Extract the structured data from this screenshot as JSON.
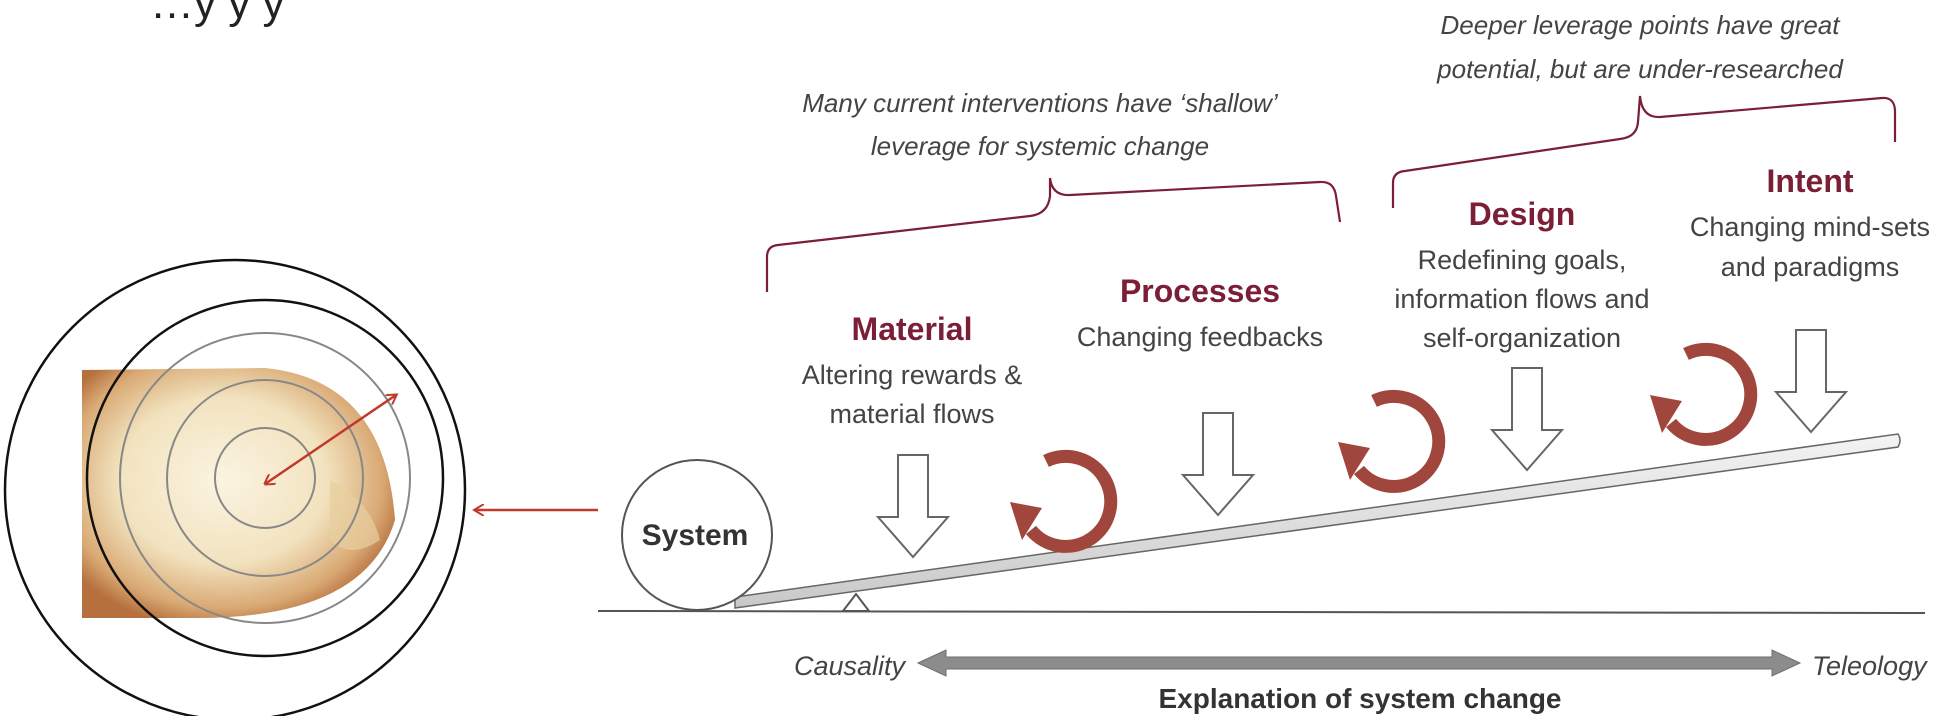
{
  "title_partial": "…y   y         y",
  "brackets": {
    "shallow": {
      "line1": "Many current interventions have ‘shallow’",
      "line2": "leverage for systemic change"
    },
    "deep": {
      "line1": "Deeper leverage points have great",
      "line2": "potential, but are under-researched"
    }
  },
  "leverage_points": [
    {
      "name": "Material",
      "desc1": "Altering rewards &",
      "desc2": "material flows"
    },
    {
      "name": "Processes",
      "desc1": "Changing feedbacks",
      "desc2": ""
    },
    {
      "name": "Design",
      "desc1": "Redefining goals,",
      "desc2": "information flows and",
      "desc3": "self-organization"
    },
    {
      "name": "Intent",
      "desc1": "Changing mind-sets",
      "desc2": "and paradigms"
    }
  ],
  "system_label": "System",
  "axis": {
    "left": "Causality",
    "right": "Teleology",
    "caption": "Explanation of system change"
  },
  "colors": {
    "accent": "#7a1f35",
    "loop": "#a0463c",
    "arrow_red": "#c0392b",
    "grey_arrow": "#8c8c8c"
  }
}
